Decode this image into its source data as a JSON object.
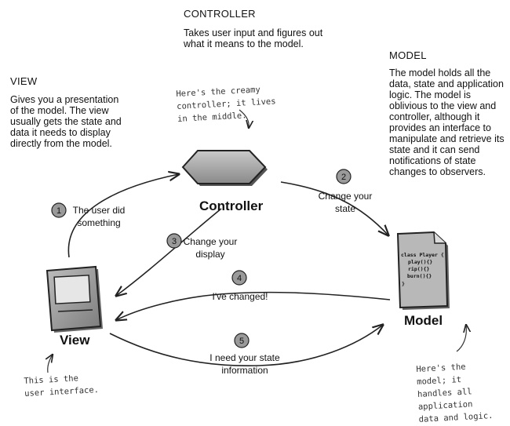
{
  "controller": {
    "heading": "CONTROLLER",
    "description": "Takes user input and figures out what it means to the model.",
    "name": "Controller",
    "note": "Here's the creamy controller; it lives in the middle."
  },
  "view": {
    "heading": "VIEW",
    "description": "Gives you a presentation of the model. The view usually gets the state and data it needs to display directly from the model.",
    "name": "View",
    "note": "This is the user interface."
  },
  "model": {
    "heading": "MODEL",
    "description": "The model holds all the data, state and application logic.  The model is oblivious to the view and controller, although it provides an interface to manipulate and retrieve its state and it can send notifications of state changes to observers.",
    "name": "Model",
    "note": "Here's the model; it handles all application data and logic.",
    "code": [
      "class Player {",
      "play(){}",
      "rip(){}",
      "burn(){}",
      "}"
    ]
  },
  "steps": [
    {
      "number": "1",
      "label": "The user did something"
    },
    {
      "number": "2",
      "label": "Change your state"
    },
    {
      "number": "3",
      "label": "Change your display"
    },
    {
      "number": "4",
      "label": "I've changed!"
    },
    {
      "number": "5",
      "label": "I need your state information"
    }
  ]
}
